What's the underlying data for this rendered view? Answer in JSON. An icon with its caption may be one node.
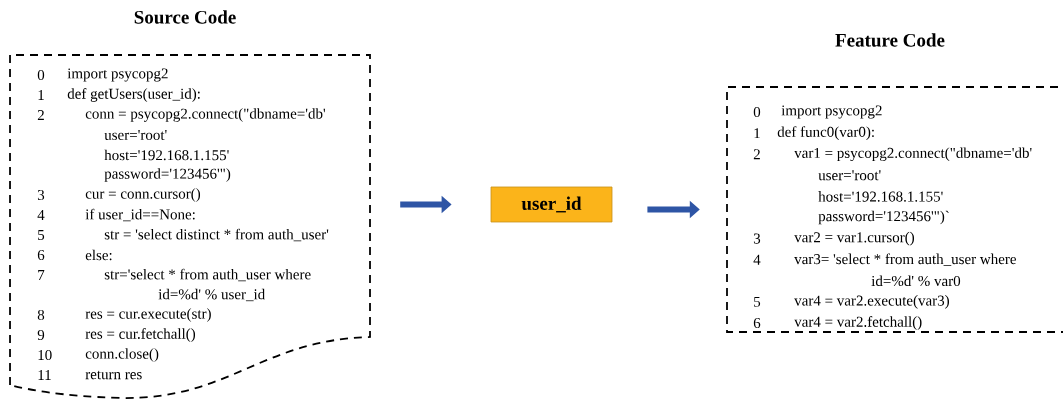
{
  "diagram": {
    "nodes": [
      {
        "text": [
          "Source Code",
          "0",
          "import psycopg2",
          "1",
          "def getUsers(user_id):",
          "2",
          "conn = psycopg2.connect(\"dbname='db'",
          "user='root'",
          "host='192.168.1.155'",
          "password='123456'\")",
          "3",
          "cur = conn.cursor()",
          "4",
          "if user_id==None:",
          "5",
          "str = 'select distinct * from auth_user'",
          "6",
          "else:",
          "7",
          "str='select * from auth_user where",
          "id=%d' % user_id",
          "8",
          "res = cur.execute(str)",
          "9",
          "res = cur.fetchall()",
          "10",
          "conn.close()",
          "11",
          "return res"
        ]
      },
      {
        "text": [
          "user_id"
        ]
      },
      {
        "text": [
          "Feature Code",
          "0",
          "import psycopg2",
          "1",
          "def func0(var0):",
          "2",
          "var1 = psycopg2.connect(\"dbname='db'",
          "user='root'",
          "host='192.168.1.155'",
          "password='123456'\")`",
          "3",
          "var2 = var1.cursor()",
          "4",
          "var3= 'select * from auth_user where",
          "id=%d' % var0",
          "5",
          "var4 = var2.execute(var3)",
          "6",
          "var4 = var2.fetchall()"
        ]
      }
    ],
    "edges": [
      {
        "from": 0,
        "to": 1,
        "arrow": "to"
      },
      {
        "from": 1,
        "to": 2,
        "arrow": "to"
      }
    ]
  }
}
